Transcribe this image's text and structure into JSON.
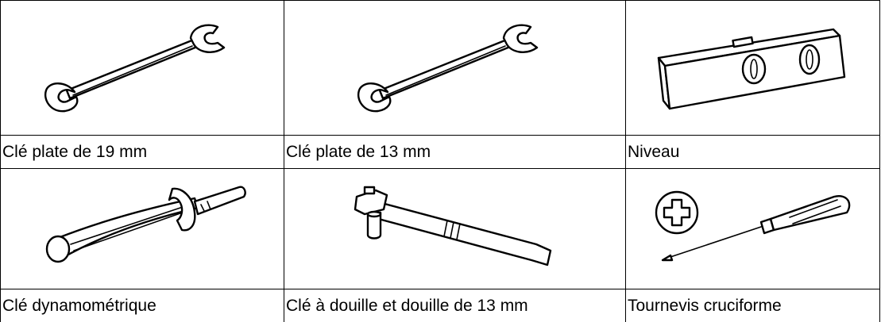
{
  "tools": [
    {
      "label": "Clé plate de 19 mm",
      "icon": "open-end-wrench"
    },
    {
      "label": "Clé plate de 13 mm",
      "icon": "open-end-wrench"
    },
    {
      "label": "Niveau",
      "icon": "spirit-level"
    },
    {
      "label": "Clé dynamométrique",
      "icon": "torque-wrench"
    },
    {
      "label": "Clé à douille et douille de 13 mm",
      "icon": "ratchet-socket-wrench"
    },
    {
      "label": "Tournevis cruciforme",
      "icon": "phillips-screwdriver"
    }
  ],
  "colors": {
    "border": "#000000",
    "background": "#ffffff",
    "text": "#000000"
  }
}
